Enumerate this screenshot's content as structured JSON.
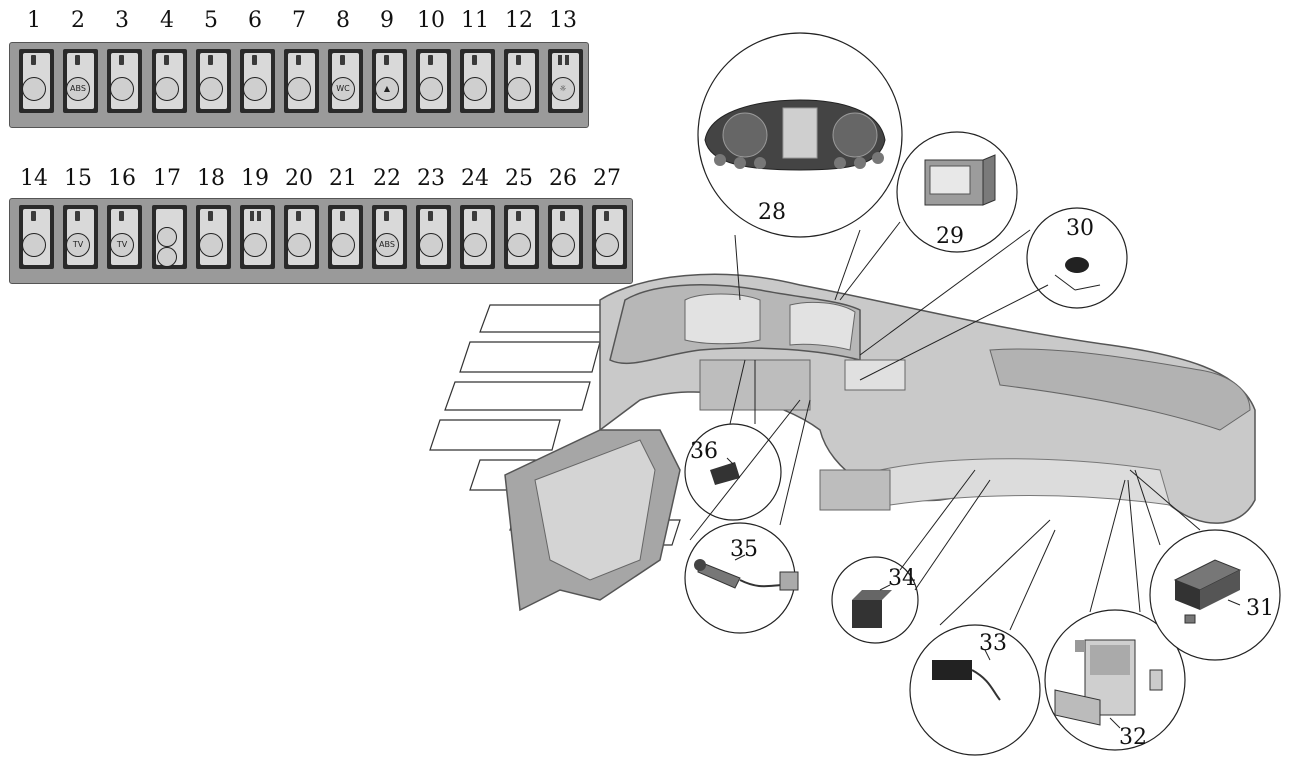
{
  "switch_row_1": {
    "labels": [
      "1",
      "2",
      "3",
      "4",
      "5",
      "6",
      "7",
      "8",
      "9",
      "10",
      "11",
      "12",
      "13"
    ],
    "icon_text": [
      "",
      "ABS",
      "",
      "",
      "",
      "",
      "",
      "WC",
      "",
      "",
      "",
      "",
      ""
    ]
  },
  "switch_row_2": {
    "labels": [
      "14",
      "15",
      "16",
      "17",
      "18",
      "19",
      "20",
      "21",
      "22",
      "23",
      "24",
      "25",
      "26",
      "27"
    ],
    "icon_text": [
      "",
      "TV",
      "TV",
      "",
      "",
      "",
      "",
      "",
      "ABS",
      "",
      "",
      "",
      "",
      ""
    ]
  },
  "callouts": {
    "c28": "28",
    "c29": "29",
    "c30": "30",
    "c31": "31",
    "c32": "32",
    "c33": "33",
    "c34": "34",
    "c35": "35",
    "c36": "36"
  },
  "colors": {
    "panel": "#9a9a9a",
    "dashboard": "#c8c8c8",
    "line": "#222222"
  }
}
